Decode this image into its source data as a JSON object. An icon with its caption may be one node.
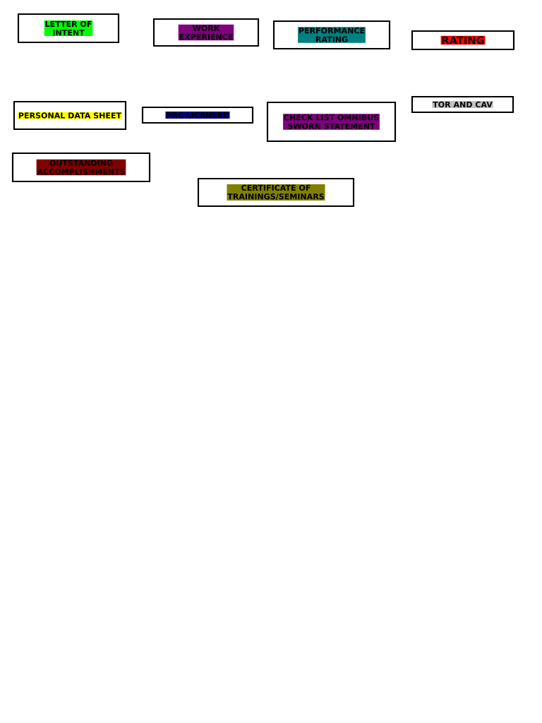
{
  "diagram": {
    "nodes": [
      {
        "text": [
          "LETTER OF INTENT"
        ]
      },
      {
        "text": [
          "WORK EXPERIENCE"
        ]
      },
      {
        "text": [
          "PERFORMANCE RATING"
        ]
      },
      {
        "text": [
          "RATING"
        ]
      },
      {
        "text": [
          "PERSONAL DATA SHEET"
        ]
      },
      {
        "text": [
          "PRC LICENSED"
        ]
      },
      {
        "text": [
          "CHECK LIST OMNIBUS SWORN STATEMENT"
        ]
      },
      {
        "text": [
          "TOR AND CAV"
        ]
      },
      {
        "text": [
          "OUTSTANDING ACCOMPLISHMENTS"
        ]
      },
      {
        "text": [
          "CERTIFICATE OF TRAININGS/SEMINARS"
        ]
      }
    ]
  }
}
